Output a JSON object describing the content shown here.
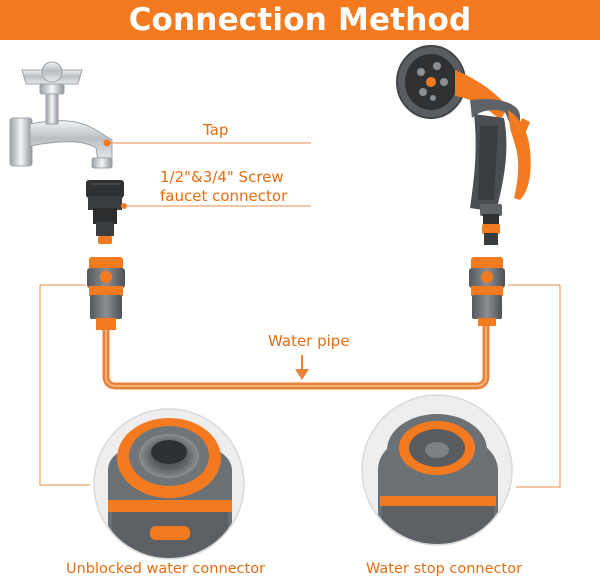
{
  "title": "Connection Method",
  "labels": {
    "tap": "Tap",
    "screw_line1": "1/2\"&3/4\" Screw",
    "screw_line2": "faucet connector",
    "water_pipe": "Water pipe",
    "unblocked": "Unblocked water connector",
    "water_stop": "Water stop connector"
  },
  "colors": {
    "accent": "#f47a20",
    "label_text": "#e76c12",
    "connector_gray": "#6f7478",
    "chrome": "#c9cdd1"
  },
  "icons": [
    "faucet-icon",
    "spray-nozzle-icon",
    "screw-connector-icon",
    "quick-connector-icon",
    "down-arrow-icon"
  ]
}
